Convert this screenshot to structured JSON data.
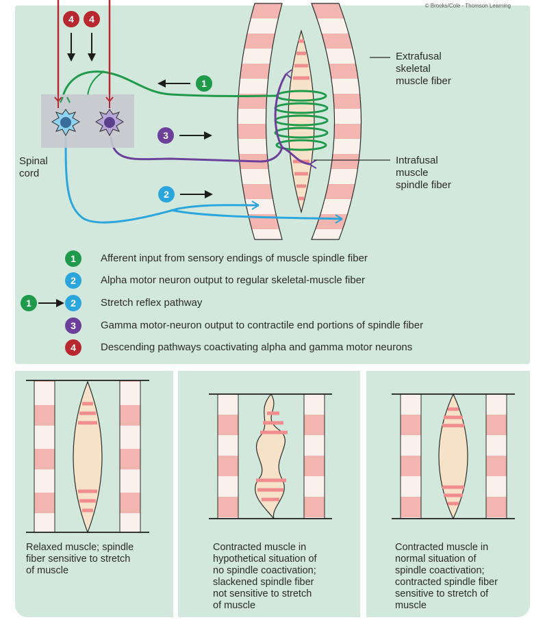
{
  "copyright": "© Brooks/Cole - Thomson Learning",
  "labels": {
    "extrafusal": "Extrafusal\nskeletal\nmuscle fiber",
    "intrafusal": "Intrafusal\nmuscle\nspindle fiber",
    "spinal_cord": "Spinal\ncord"
  },
  "markers": {
    "one": "1",
    "two": "2",
    "three": "3",
    "four": "4"
  },
  "legend": [
    {
      "number": "1",
      "color": "#1f9a4a",
      "text": "Afferent input from sensory endings of muscle spindle fiber"
    },
    {
      "number": "2",
      "color": "#2aa6dc",
      "text": "Alpha motor neuron output to regular skeletal-muscle fiber"
    },
    {
      "number": "1→2",
      "color": "#2aa6dc",
      "text": "Stretch reflex pathway"
    },
    {
      "number": "3",
      "color": "#6b3f9a",
      "text": "Gamma motor-neuron output to contractile end portions of spindle fiber"
    },
    {
      "number": "4",
      "color": "#b8282f",
      "text": "Descending pathways coactivating alpha and gamma motor neurons"
    }
  ],
  "captions": {
    "relaxed": "Relaxed muscle; spindle\nfiber sensitive to stretch\nof muscle",
    "no_coactivation": "Contracted muscle in\nhypothetical situation of\nno spindle coactivation;\nslackened spindle fiber\nnot sensitive to stretch\nof muscle",
    "coactivation": "Contracted muscle in\nnormal situation of\nspindle coactivation;\ncontracted spindle fiber\nsensitive to stretch of\nmuscle"
  },
  "colors": {
    "background_panel": "#d3e8dc",
    "green_afferent": "#1f9a4a",
    "blue_alpha": "#2aa6dc",
    "purple_gamma": "#6b3f9a",
    "red_descending": "#b8282f",
    "muscle_band": "#f2b5b0",
    "spindle_fill": "#f5e2c8"
  }
}
